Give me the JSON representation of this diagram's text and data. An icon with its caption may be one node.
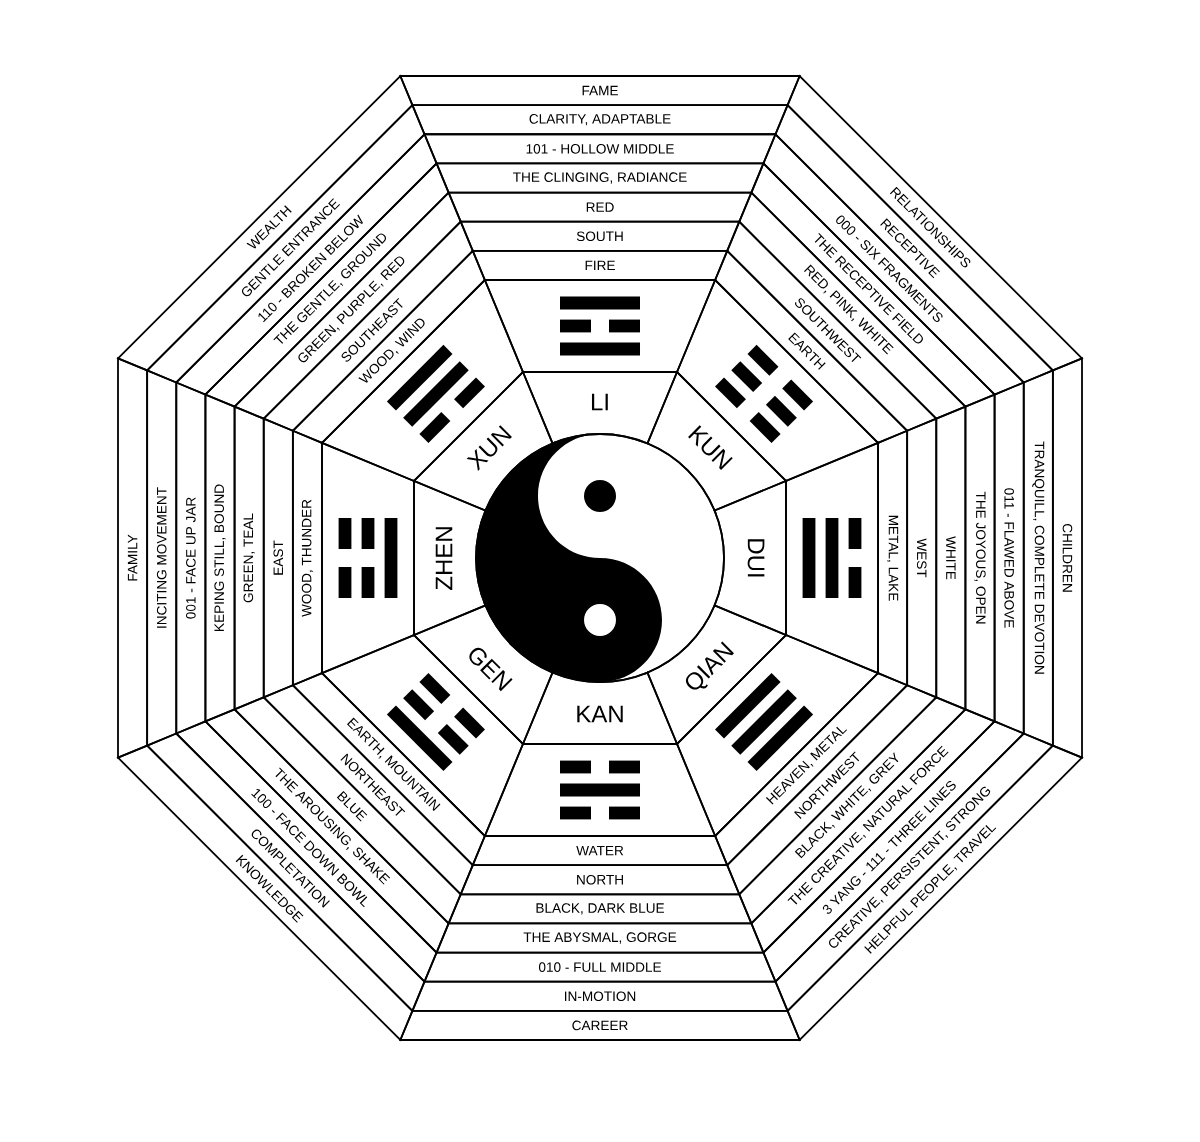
{
  "diagram": {
    "nodes": [
      {
        "text": [
          "LI"
        ]
      },
      {
        "text": [
          "FIRE"
        ]
      },
      {
        "text": [
          "SOUTH"
        ]
      },
      {
        "text": [
          "RED"
        ]
      },
      {
        "text": [
          "THE CLINGING, RADIANCE"
        ]
      },
      {
        "text": [
          "101 - HOLLOW MIDDLE"
        ]
      },
      {
        "text": [
          "CLARITY, ADAPTABLE"
        ]
      },
      {
        "text": [
          "FAME"
        ]
      },
      {
        "text": [
          "KUN"
        ]
      },
      {
        "text": [
          "EARTH"
        ]
      },
      {
        "text": [
          "SOUTHWEST"
        ]
      },
      {
        "text": [
          "RED, PINK, WHITE"
        ]
      },
      {
        "text": [
          "THE RECEPTIVE FIELD"
        ]
      },
      {
        "text": [
          "000 - SIX FRAGMENTS"
        ]
      },
      {
        "text": [
          "RECEPTIVE"
        ]
      },
      {
        "text": [
          "RELATIONSHIPS"
        ]
      },
      {
        "text": [
          "DUI"
        ]
      },
      {
        "text": [
          "METAL, LAKE"
        ]
      },
      {
        "text": [
          "WEST"
        ]
      },
      {
        "text": [
          "WHITE"
        ]
      },
      {
        "text": [
          "THE JOYOUS, OPEN"
        ]
      },
      {
        "text": [
          "011 - FLAWED ABOVE"
        ]
      },
      {
        "text": [
          "TRANQUILL, COMPLETE DEVOTION"
        ]
      },
      {
        "text": [
          "CHILDREN"
        ]
      },
      {
        "text": [
          "QIAN"
        ]
      },
      {
        "text": [
          "HEAVEN, METAL"
        ]
      },
      {
        "text": [
          "NORTHWEST"
        ]
      },
      {
        "text": [
          "BLACK, WHITE, GREY"
        ]
      },
      {
        "text": [
          "THE CREATIVE, NATURAL FORCE"
        ]
      },
      {
        "text": [
          "3 YANG - 111 - THREE LINES"
        ]
      },
      {
        "text": [
          "CREATIVE, PERSISTENT, STRONG"
        ]
      },
      {
        "text": [
          "HELPFUL PEOPLE, TRAVEL"
        ]
      },
      {
        "text": [
          "KAN"
        ]
      },
      {
        "text": [
          "WATER"
        ]
      },
      {
        "text": [
          "NORTH"
        ]
      },
      {
        "text": [
          "BLACK, DARK BLUE"
        ]
      },
      {
        "text": [
          "THE ABYSMAL, GORGE"
        ]
      },
      {
        "text": [
          "010 - FULL MIDDLE"
        ]
      },
      {
        "text": [
          "IN-MOTION"
        ]
      },
      {
        "text": [
          "CAREER"
        ]
      },
      {
        "text": [
          "GEN"
        ]
      },
      {
        "text": [
          "EARTH, MOUNTAIN"
        ]
      },
      {
        "text": [
          "NORTHEAST"
        ]
      },
      {
        "text": [
          "BLUE"
        ]
      },
      {
        "text": [
          "THE AROUSING, SHAKE"
        ]
      },
      {
        "text": [
          "100 - FACE DOWN BOWL"
        ]
      },
      {
        "text": [
          "COMPLETATION"
        ]
      },
      {
        "text": [
          "KNOWLEDGE"
        ]
      },
      {
        "text": [
          "ZHEN"
        ]
      },
      {
        "text": [
          "WOOD, THUNDER"
        ]
      },
      {
        "text": [
          "EAST"
        ]
      },
      {
        "text": [
          "GREEN, TEAL"
        ]
      },
      {
        "text": [
          "KEPING STILL, BOUND"
        ]
      },
      {
        "text": [
          "001 - FACE UP JAR"
        ]
      },
      {
        "text": [
          "INCITING MOVEMENT"
        ]
      },
      {
        "text": [
          "FAMILY"
        ]
      },
      {
        "text": [
          "XUN"
        ]
      },
      {
        "text": [
          "WOOD, WIND"
        ]
      },
      {
        "text": [
          "SOUTHEAST"
        ]
      },
      {
        "text": [
          "GREEN, PURPLE, RED"
        ]
      },
      {
        "text": [
          "THE GENTLE, GROUND"
        ]
      },
      {
        "text": [
          "110 - BROKEN BELOW"
        ]
      },
      {
        "text": [
          "GENTLE ENTRANCE"
        ]
      },
      {
        "text": [
          "WEALTH"
        ]
      }
    ]
  }
}
